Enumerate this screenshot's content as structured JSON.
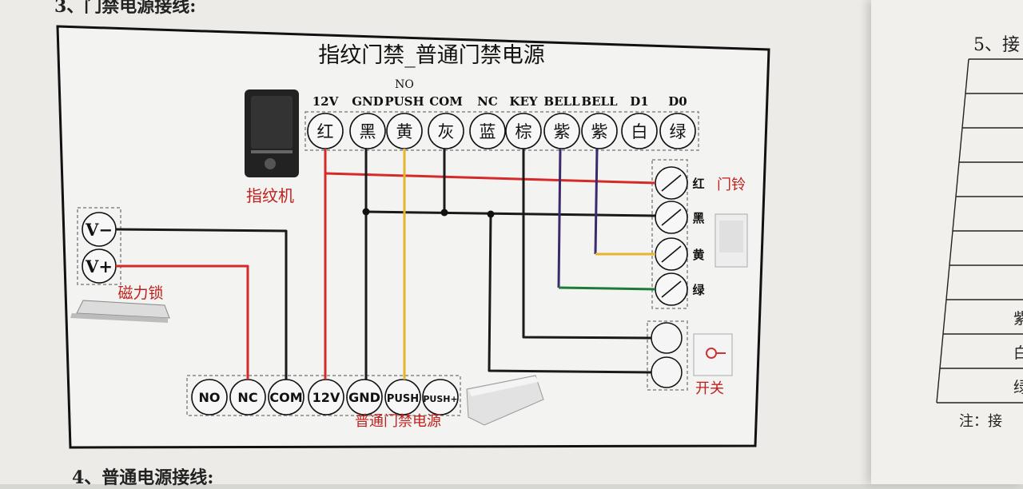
{
  "page": {
    "section3_heading": "3、门禁电源接线:",
    "section4_heading": "4、普通电源接线:",
    "right_page_heading": "5、接",
    "right_page_note": "注：接",
    "right_page_cells": [
      "",
      "",
      "",
      "",
      "",
      "",
      "",
      "紫",
      "白",
      "绿"
    ]
  },
  "diagram": {
    "title": "指纹门禁_普通门禁电源",
    "reader_label": "指纹机",
    "lock_label": "磁力锁",
    "power_label": "普通门禁电源",
    "doorbell_label": "门铃",
    "switch_label": "开关",
    "top_terminals": [
      {
        "top": "12V",
        "color_char": "红"
      },
      {
        "top": "GND",
        "color_char": "黑"
      },
      {
        "top": "PUSH",
        "top2": "NO",
        "color_char": "黄"
      },
      {
        "top": "COM",
        "color_char": "灰"
      },
      {
        "top": "NC",
        "color_char": "蓝"
      },
      {
        "top": "KEY",
        "color_char": "棕"
      },
      {
        "top": "BELL",
        "color_char": "紫"
      },
      {
        "top": "BELL",
        "color_char": "紫"
      },
      {
        "top": "D1",
        "color_char": "白"
      },
      {
        "top": "D0",
        "color_char": "绿"
      }
    ],
    "lock_terminals": [
      "V−",
      "V+"
    ],
    "power_terminals": [
      "NO",
      "NC",
      "COM",
      "12V",
      "GND",
      "PUSH",
      "PUSH+"
    ],
    "bell_terminals": [
      "红",
      "黑",
      "黄",
      "绿"
    ],
    "wire_colors": {
      "red": "#d42a2a",
      "black": "#1a1a1a",
      "yellow": "#e6b52e",
      "green": "#1f7a3a",
      "purple": "#3c2a6e"
    }
  }
}
